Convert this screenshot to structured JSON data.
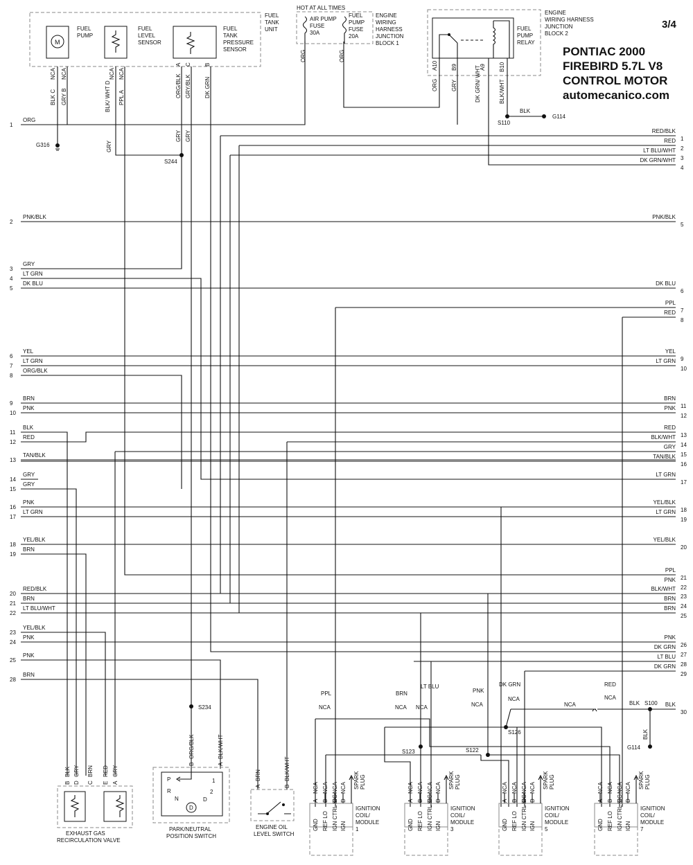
{
  "page": "3/4",
  "title": [
    "PONTIAC 2000",
    "FIREBIRD 5.7L V8",
    "CONTROL MOTOR",
    "automecanico.com"
  ],
  "hot_at_all_times": "HOT AT ALL TIMES",
  "boxes": {
    "fuel_tank_unit": [
      "FUEL",
      "TANK",
      "UNIT"
    ],
    "fuel_pump": [
      "FUEL",
      "PUMP"
    ],
    "fuel_level_sensor": [
      "FUEL",
      "LEVEL",
      "SENSOR"
    ],
    "fuel_tank_pressure_sensor": [
      "FUEL",
      "TANK",
      "PRESSURE",
      "SENSOR"
    ],
    "air_pump_fuse": [
      "AIR PUMP",
      "FUSE",
      "30A"
    ],
    "fuel_pump_fuse": [
      "FUEL",
      "PUMP",
      "FUSE",
      "20A"
    ],
    "ewh_block1": [
      "ENGINE",
      "WIRING",
      "HARNESS",
      "JUNCTION",
      "BLOCK 1"
    ],
    "ewh_block2": [
      "ENGINE",
      "WIRING HARNESS",
      "JUNCTION",
      "BLOCK 2"
    ],
    "fuel_pump_relay": [
      "FUEL",
      "PUMP",
      "RELAY"
    ],
    "egr_valve": [
      "EXHAUST GAS",
      "RECIRCULATION VALVE"
    ],
    "pn_switch": [
      "PARK/NEUTRAL",
      "POSITION SWITCH"
    ],
    "oil_switch": [
      "ENGINE OIL",
      "LEVEL SWITCH"
    ],
    "coil_labels": [
      "IGNITION",
      "COIL/",
      "MODULE"
    ],
    "coil_numbers": [
      "1",
      "3",
      "5",
      "7"
    ],
    "coil_pins": [
      "GND",
      "REF LO",
      "IGN CTRL SIG",
      "IGN"
    ],
    "coil_pin_letters": [
      "A",
      "B",
      "C",
      "D"
    ],
    "spark_plug": [
      "SPARK",
      "PLUG"
    ],
    "pn_positions": [
      "P",
      "R",
      "N",
      "D",
      "D",
      "2",
      "1"
    ]
  },
  "top_pins": {
    "pump": [
      [
        "NCA",
        "BLK C"
      ],
      [
        "NCA",
        "GRY B"
      ]
    ],
    "level": [
      [
        "NCA",
        "BLK/ WHT D"
      ],
      [
        "NCA",
        "PPL A"
      ]
    ],
    "pressure": [
      [
        "A",
        "ORG/BLK"
      ],
      [
        "C",
        "GRY/BLK"
      ],
      [
        "B",
        "DK GRN"
      ]
    ],
    "relay": [
      [
        "A10",
        "ORG"
      ],
      [
        "B9",
        "GRY"
      ],
      [
        "A9",
        "DK GRN/ WHT"
      ],
      [
        "B10",
        "BLK/WHT"
      ]
    ],
    "fuse_org1": "ORG",
    "fuse_org2": "ORG"
  },
  "splices": [
    "G316",
    "S244",
    "S110",
    "G114",
    "S234",
    "S100",
    "S126",
    "S123",
    "S122",
    "G114"
  ],
  "vertical_labels": {
    "gry_g316": "GRY",
    "gry_s244": "GRY",
    "gry_s244b": "GRY",
    "blk_s110": "BLK",
    "blk_s100": "BLK",
    "blk_g114b": "BLK",
    "nca_s100": "NCA"
  },
  "left_wires": [
    {
      "n": "1",
      "c": "ORG"
    },
    {
      "n": "2",
      "c": "PNK/BLK"
    },
    {
      "n": "3",
      "c": "GRY"
    },
    {
      "n": "4",
      "c": "LT GRN"
    },
    {
      "n": "5",
      "c": "DK BLU"
    },
    {
      "n": "6",
      "c": "YEL"
    },
    {
      "n": "7",
      "c": "LT GRN"
    },
    {
      "n": "8",
      "c": "ORG/BLK"
    },
    {
      "n": "9",
      "c": "BRN"
    },
    {
      "n": "10",
      "c": "PNK"
    },
    {
      "n": "11",
      "c": "BLK"
    },
    {
      "n": "12",
      "c": "RED"
    },
    {
      "n": "13",
      "c": "TAN/BLK"
    },
    {
      "n": "14",
      "c": "GRY"
    },
    {
      "n": "15",
      "c": "GRY"
    },
    {
      "n": "16",
      "c": "PNK"
    },
    {
      "n": "17",
      "c": "LT GRN"
    },
    {
      "n": "18",
      "c": "YEL/BLK"
    },
    {
      "n": "19",
      "c": "BRN"
    },
    {
      "n": "20",
      "c": "RED/BLK"
    },
    {
      "n": "21",
      "c": "BRN"
    },
    {
      "n": "22",
      "c": "LT BLU/WHT"
    },
    {
      "n": "23",
      "c": "YEL/BLK"
    },
    {
      "n": "24",
      "c": "PNK"
    },
    {
      "n": "25",
      "c": "PNK"
    },
    {
      "n": "28",
      "c": "BRN"
    }
  ],
  "right_wires": [
    {
      "n": "1",
      "c": "RED/BLK"
    },
    {
      "n": "2",
      "c": "RED"
    },
    {
      "n": "3",
      "c": "LT BLU/WHT"
    },
    {
      "n": "4",
      "c": "DK GRN/WHT"
    },
    {
      "n": "5",
      "c": "PNK/BLK"
    },
    {
      "n": "6",
      "c": "DK BLU"
    },
    {
      "n": "7",
      "c": "PPL"
    },
    {
      "n": "8",
      "c": "RED"
    },
    {
      "n": "9",
      "c": "YEL"
    },
    {
      "n": "10",
      "c": "LT GRN"
    },
    {
      "n": "11",
      "c": "BRN"
    },
    {
      "n": "12",
      "c": "PNK"
    },
    {
      "n": "13",
      "c": "RED"
    },
    {
      "n": "14",
      "c": "BLK/WHT"
    },
    {
      "n": "15",
      "c": "GRY"
    },
    {
      "n": "16",
      "c": "TAN/BLK"
    },
    {
      "n": "17",
      "c": "LT GRN"
    },
    {
      "n": "18",
      "c": "YEL/BLK"
    },
    {
      "n": "19",
      "c": "LT GRN"
    },
    {
      "n": "20",
      "c": "YEL/BLK"
    },
    {
      "n": "21",
      "c": "PPL"
    },
    {
      "n": "22",
      "c": "PNK"
    },
    {
      "n": "23",
      "c": "BLK/WHT"
    },
    {
      "n": "24",
      "c": "BRN"
    },
    {
      "n": "25",
      "c": "BRN"
    },
    {
      "n": "26",
      "c": "PNK"
    },
    {
      "n": "27",
      "c": "DK GRN"
    },
    {
      "n": "28",
      "c": "LT BLU"
    },
    {
      "n": "29",
      "c": "DK GRN"
    },
    {
      "n": "30",
      "c": "BLK"
    }
  ],
  "bottom_labels": {
    "egr_pins": [
      [
        "B",
        "BLK"
      ],
      [
        "D",
        "GRY"
      ],
      [
        "C",
        "BRN"
      ],
      [
        "E",
        "RED"
      ],
      [
        "A",
        "GRY"
      ]
    ],
    "pn_pins": [
      [
        "B",
        "ORG/BLK"
      ],
      [
        "A",
        "BLK/WHT"
      ]
    ],
    "oil_pins": [
      [
        "A",
        "BRN"
      ],
      [
        "B",
        "BLK/WHT"
      ]
    ],
    "coil_wire_tops": [
      [
        "PPL",
        "NCA"
      ],
      [
        "BRN",
        "NCA"
      ],
      [
        "LT BLU",
        ""
      ],
      [
        "PNK",
        "NCA"
      ],
      [
        "DK GRN",
        "NCA"
      ],
      [
        "RED",
        "NCA"
      ]
    ],
    "nca": "NCA"
  }
}
